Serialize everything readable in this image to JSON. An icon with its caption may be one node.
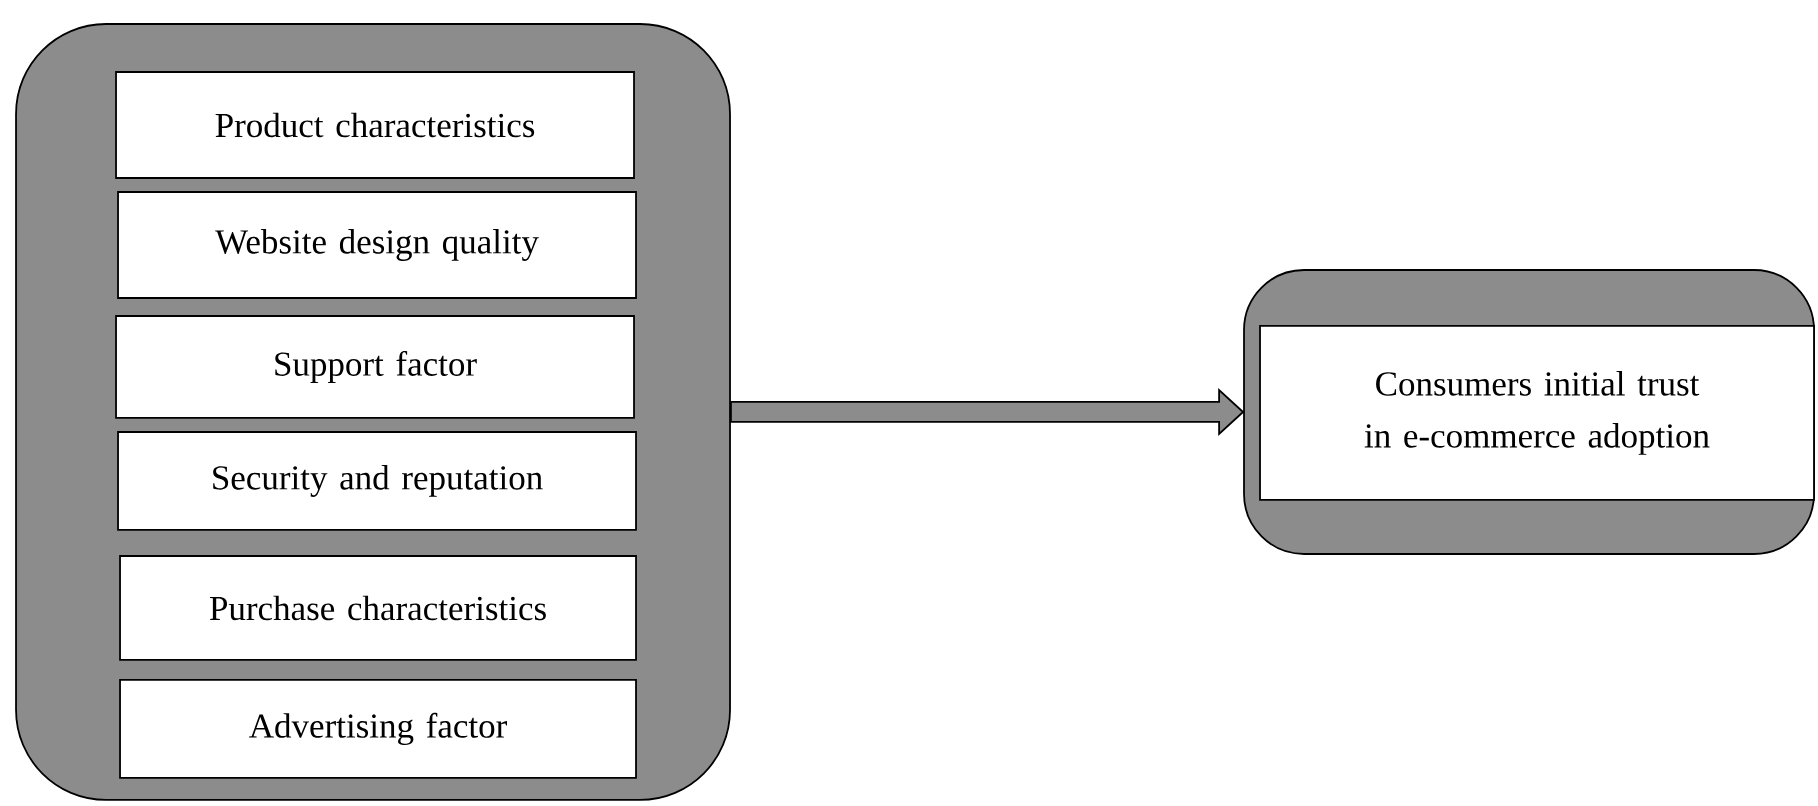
{
  "diagram": {
    "nodes": [
      {
        "text": [],
        "shape": "box"
      },
      {
        "text": [
          "Product characteristics"
        ],
        "in": 0
      },
      {
        "text": [
          "Website design quality"
        ],
        "in": 0
      },
      {
        "text": [
          "Support factor"
        ],
        "in": 0
      },
      {
        "text": [
          "Security and reputation"
        ],
        "in": 0
      },
      {
        "text": [
          "Purchase characteristics"
        ],
        "in": 0
      },
      {
        "text": [
          "Advertising factor"
        ],
        "in": 0
      },
      {
        "text": [],
        "shape": "box"
      },
      {
        "text": [
          "Consumers initial trust in e-commerce adoption"
        ],
        "in": 7
      }
    ],
    "edges": [
      {
        "from": 0,
        "to": 7,
        "arrow": "to"
      }
    ]
  }
}
